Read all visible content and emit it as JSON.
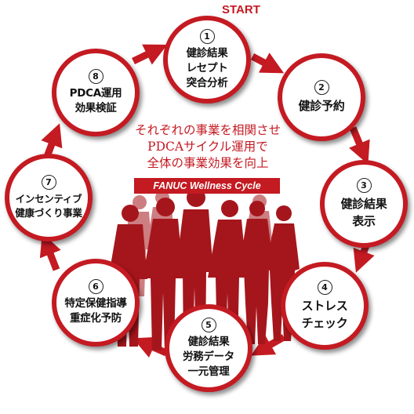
{
  "start_label": "START",
  "tagline": "それぞれの事業を相関させ\nPDCAサイクル運用で\n全体の事業効果を向上",
  "cycle_name": "FANUC Wellness Cycle",
  "colors": {
    "accent": "#c41a22",
    "arrow": "#c41a22",
    "people": "#a5161c",
    "text": "#111111"
  },
  "steps": [
    {
      "number": "1",
      "label": "健診結果\nレセプト\n突合分析"
    },
    {
      "number": "2",
      "label": "健診予約"
    },
    {
      "number": "3",
      "label": "健診結果\n表示"
    },
    {
      "number": "4",
      "label": "ストレス\nチェック"
    },
    {
      "number": "5",
      "label": "健診結果\n労務データ\n一元管理"
    },
    {
      "number": "6",
      "label": "特定保健指導\n重症化予防"
    },
    {
      "number": "7",
      "label": "インセンティブ\n健康づくり事業"
    },
    {
      "number": "8",
      "label": "PDCA運用\n効果検証"
    }
  ],
  "illustration": "business-people-silhouettes"
}
